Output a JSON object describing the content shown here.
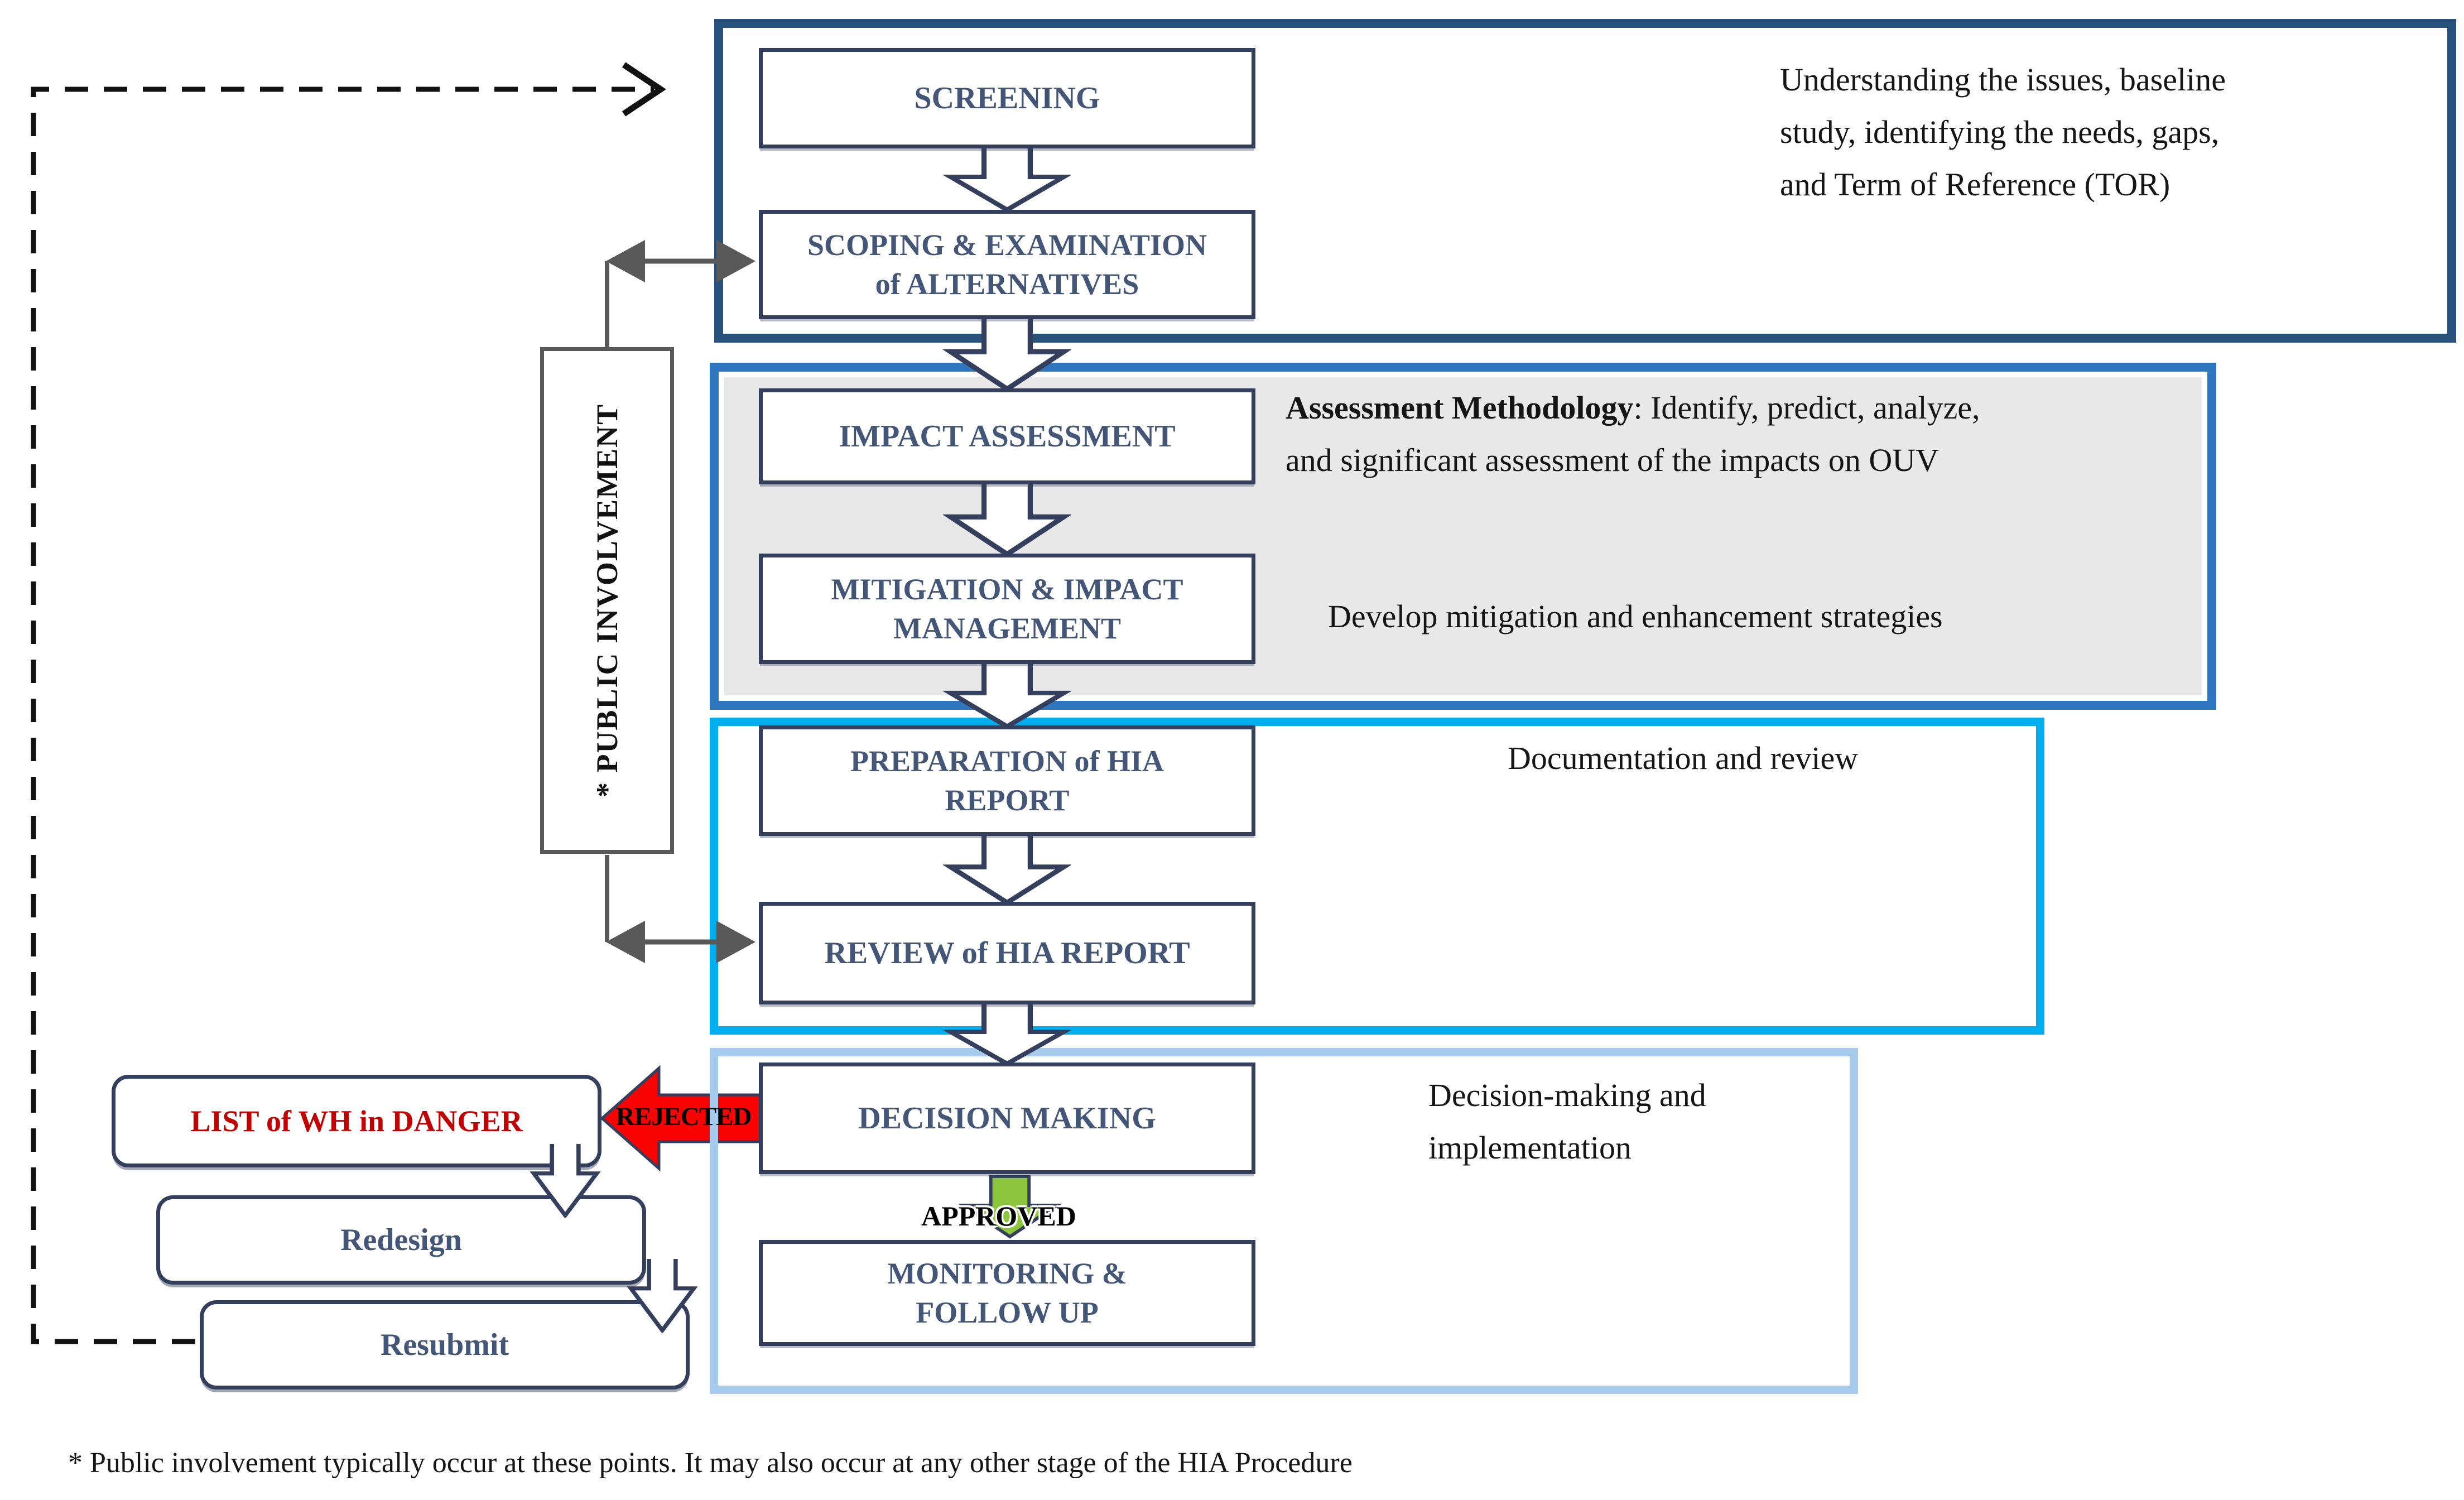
{
  "diagram_title_implied": "HIA Procedure flowchart",
  "flow": {
    "screening": "SCREENING",
    "scoping1": "SCOPING & EXAMINATION",
    "scoping2": "of ALTERNATIVES",
    "impact": "IMPACT ASSESSMENT",
    "mitigation1": "MITIGATION & IMPACT",
    "mitigation2": "MANAGEMENT",
    "preparation1": "PREPARATION of HIA",
    "preparation2": "REPORT",
    "review": "REVIEW of HIA REPORT",
    "decision": "DECISION MAKING",
    "monitoring1": "MONITORING &",
    "monitoring2": "FOLLOW UP"
  },
  "side": {
    "danger": "LIST of WH in DANGER",
    "redesign": "Redesign",
    "resubmit": "Resubmit"
  },
  "arrow_labels": {
    "rejected": "REJECTED",
    "approved": "APPROVED"
  },
  "vertical_label": "* PUBLIC INVOLVEMENT",
  "annotations": {
    "screening_note1": "Understanding the issues, baseline",
    "screening_note2": "study, identifying the needs, gaps,",
    "screening_note3": "and Term of Reference (TOR)",
    "assessment_bold": "Assessment Methodology",
    "assessment_rest": ": Identify, predict, analyze,",
    "assessment_line2": "and significant assessment of the impacts on OUV",
    "mitigation_note": "Develop mitigation and enhancement strategies",
    "documentation_note": "Documentation and review",
    "decision_note1": "Decision-making and",
    "decision_note2": "implementation"
  },
  "footnote": "* Public involvement typically occur at these points. It may also occur at any other stage of the HIA Procedure",
  "colors": {
    "section1_border": "#27527C",
    "section2_border": "#2E77C0",
    "section2_fill": "#E9E8E8",
    "section3_border": "#00AEEF",
    "section4_border": "#A7CBEC",
    "box_border": "#333F5C",
    "box_text": "#435677",
    "danger_text": "#C00000",
    "rejected_arrow": "#FA0202",
    "approved_arrow": "#8CC63E",
    "connector_gray": "#595959",
    "dashed_line": "#111111"
  }
}
